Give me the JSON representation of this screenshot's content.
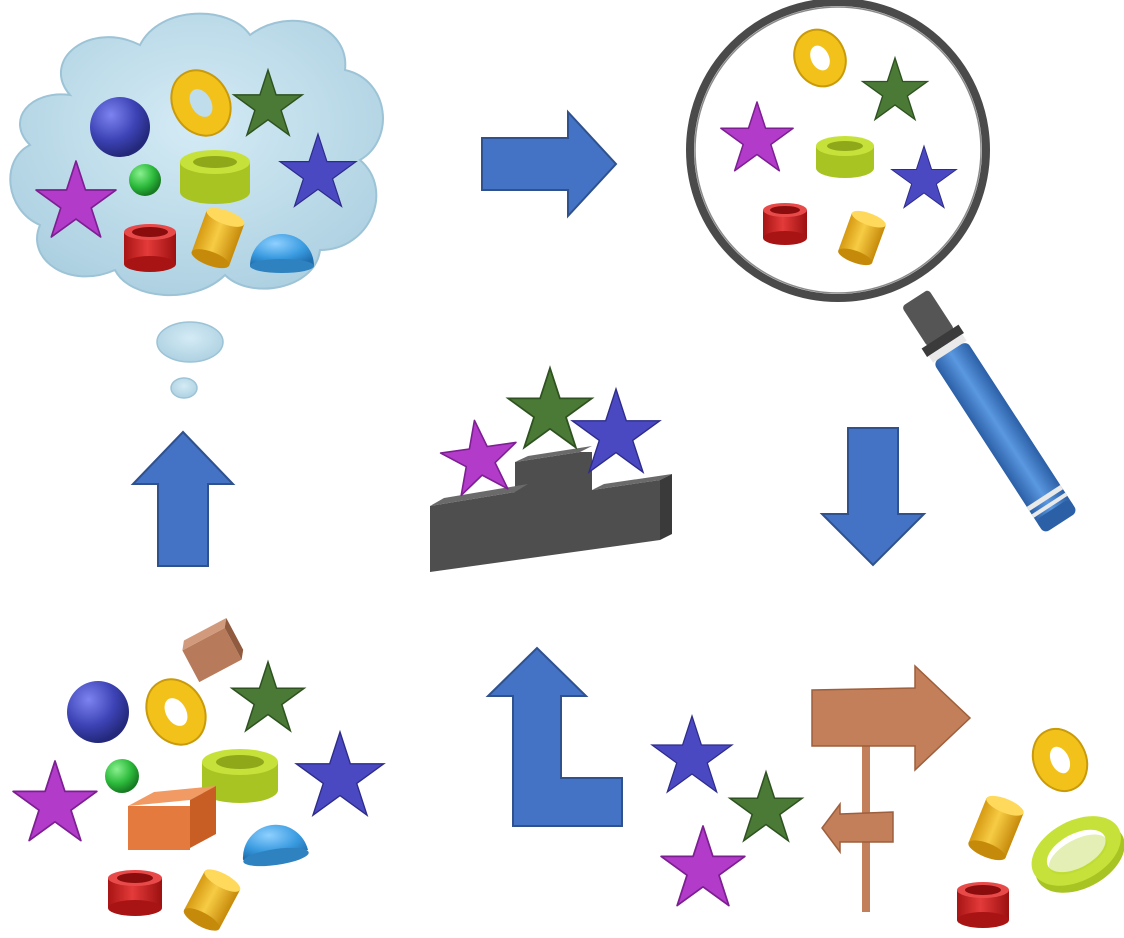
{
  "colors": {
    "arrow": "#4472C4",
    "arrow_edge": "#2F528F",
    "cloud": "#BFDDEB",
    "cloud_edge": "#9CC3D6",
    "blue_sphere": "#3D43B5",
    "gold_torus": "#F2C21B",
    "green_star": "#4B7A36",
    "blue_star": "#4A49C2",
    "purple_star": "#B23CC9",
    "green_sphere": "#2DBB3C",
    "lime_ring": "#C6E23A",
    "red_cylinder": "#D42626",
    "yellow_cylinder": "#F0B928",
    "cyan_dome": "#3A9BE0",
    "brown_box": "#B77B5C",
    "orange_box": "#E57A3E",
    "podium": "#4E4E4E",
    "signpost": "#C27F5A",
    "magnifier_rim": "#4A4A4A",
    "magnifier_handle": "#3E7CC9"
  },
  "stages": [
    {
      "name": "thought-cloud",
      "items": [
        "blue-sphere",
        "gold-torus",
        "green-star",
        "purple-star",
        "green-sphere",
        "lime-ring",
        "blue-star",
        "red-cylinder",
        "yellow-cylinder",
        "cyan-dome"
      ]
    },
    {
      "name": "magnifier",
      "items": [
        "gold-torus",
        "green-star",
        "purple-star",
        "lime-ring",
        "blue-star",
        "red-cylinder",
        "yellow-cylinder"
      ]
    },
    {
      "name": "sorted",
      "items": [
        "blue-star",
        "green-star",
        "purple-star",
        "gold-torus",
        "yellow-cylinder",
        "lime-ring",
        "red-cylinder"
      ]
    },
    {
      "name": "podium",
      "items": [
        "purple-star",
        "green-star",
        "blue-star"
      ]
    },
    {
      "name": "scattered",
      "items": [
        "brown-box",
        "blue-sphere",
        "gold-torus",
        "green-star",
        "purple-star",
        "green-sphere",
        "lime-ring",
        "blue-star",
        "orange-box",
        "cyan-dome",
        "red-cylinder",
        "yellow-cylinder"
      ]
    }
  ],
  "arrows": [
    {
      "name": "arrow-right",
      "direction": "right"
    },
    {
      "name": "arrow-down",
      "direction": "down"
    },
    {
      "name": "arrow-up-left",
      "direction": "up"
    },
    {
      "name": "arrow-up",
      "direction": "up"
    }
  ]
}
